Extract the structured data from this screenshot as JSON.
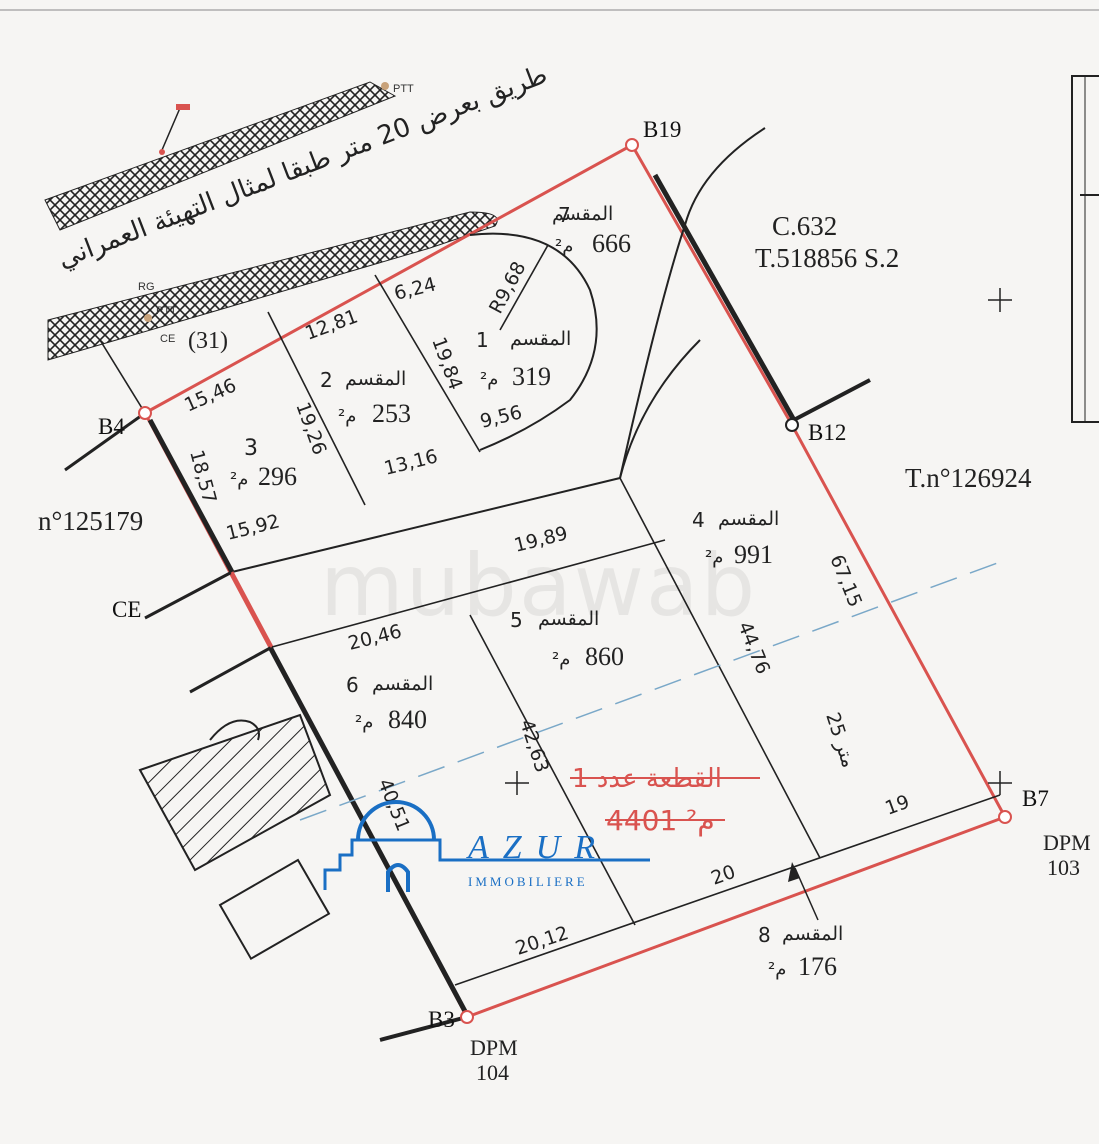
{
  "road": {
    "label": "طريق بعرض 20 متر طبقا لمثال التهيئة العمراني"
  },
  "parcel_refs": {
    "c632": "C.632",
    "t518856": "T.518856 S.2",
    "t126924": "T.n°126924",
    "t125179": "n°125179",
    "ref31": "(31)"
  },
  "points": {
    "b19": "B19",
    "b12": "B12",
    "b4": "B4",
    "b7": "B7",
    "b3": "B3",
    "ce_left": "CE",
    "ce_top": "CE",
    "rg": "RG",
    "ptt_top": "PTT",
    "ptt_left": "PTT"
  },
  "dpm": {
    "dpm103_line1": "DPM",
    "dpm103_line2": "103",
    "dpm104_line1": "DPM",
    "dpm104_line2": "104"
  },
  "lots": [
    {
      "num": "1",
      "word": "المقسم",
      "area": "319"
    },
    {
      "num": "2",
      "word": "المقسم",
      "area": "253"
    },
    {
      "num": "3",
      "word": "",
      "area": "296"
    },
    {
      "num": "4",
      "word": "المقسم",
      "area": "991"
    },
    {
      "num": "5",
      "word": "المقسم",
      "area": "860"
    },
    {
      "num": "6",
      "word": "المقسم",
      "area": "840"
    },
    {
      "num": "7",
      "word": "المقسم",
      "area": "666"
    },
    {
      "num": "8",
      "word": "المقسم",
      "area": "176"
    }
  ],
  "unit": "م²",
  "dimensions": {
    "r968": "R9,68",
    "d624": "6,24",
    "d1281": "12,81",
    "d1984": "19,84",
    "d956": "9,56",
    "d1546": "15,46",
    "d1926": "19,26",
    "d1316": "13,16",
    "d1857": "18,57",
    "d1592": "15,92",
    "d1989": "19,89",
    "d4476": "44,76",
    "d6715": "67,15",
    "d2046": "20,46",
    "d4263": "42,63",
    "d25": "25 متر",
    "d4051": "40,51",
    "d19": "19",
    "d20": "20",
    "d2012": "20,12"
  },
  "total": {
    "label": "القطعة عدد 1",
    "area": "4401 م²"
  },
  "watermark": "mubawab",
  "logo": {
    "name": "AZUR",
    "sub": "IMMOBILIERE"
  },
  "colors": {
    "boundary": "#d9534f",
    "ink": "#222222",
    "logo": "#1a6fc4"
  }
}
